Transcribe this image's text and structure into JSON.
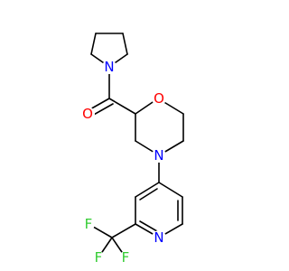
{
  "structure": {
    "atoms": {
      "pyrrolidine_nitrogen": {
        "symbol": "N",
        "color": "#0000ff"
      },
      "carbonyl_oxygen": {
        "symbol": "O",
        "color": "#ff0000"
      },
      "morpholine_oxygen": {
        "symbol": "O",
        "color": "#ff0000"
      },
      "morpholine_nitrogen": {
        "symbol": "N",
        "color": "#0000ff"
      },
      "pyridine_nitrogen": {
        "symbol": "N",
        "color": "#0000ff"
      },
      "fluorine_1": {
        "symbol": "F",
        "color": "#33cc33"
      },
      "fluorine_2": {
        "symbol": "F",
        "color": "#33cc33"
      },
      "fluorine_3": {
        "symbol": "F",
        "color": "#33cc33"
      }
    }
  }
}
